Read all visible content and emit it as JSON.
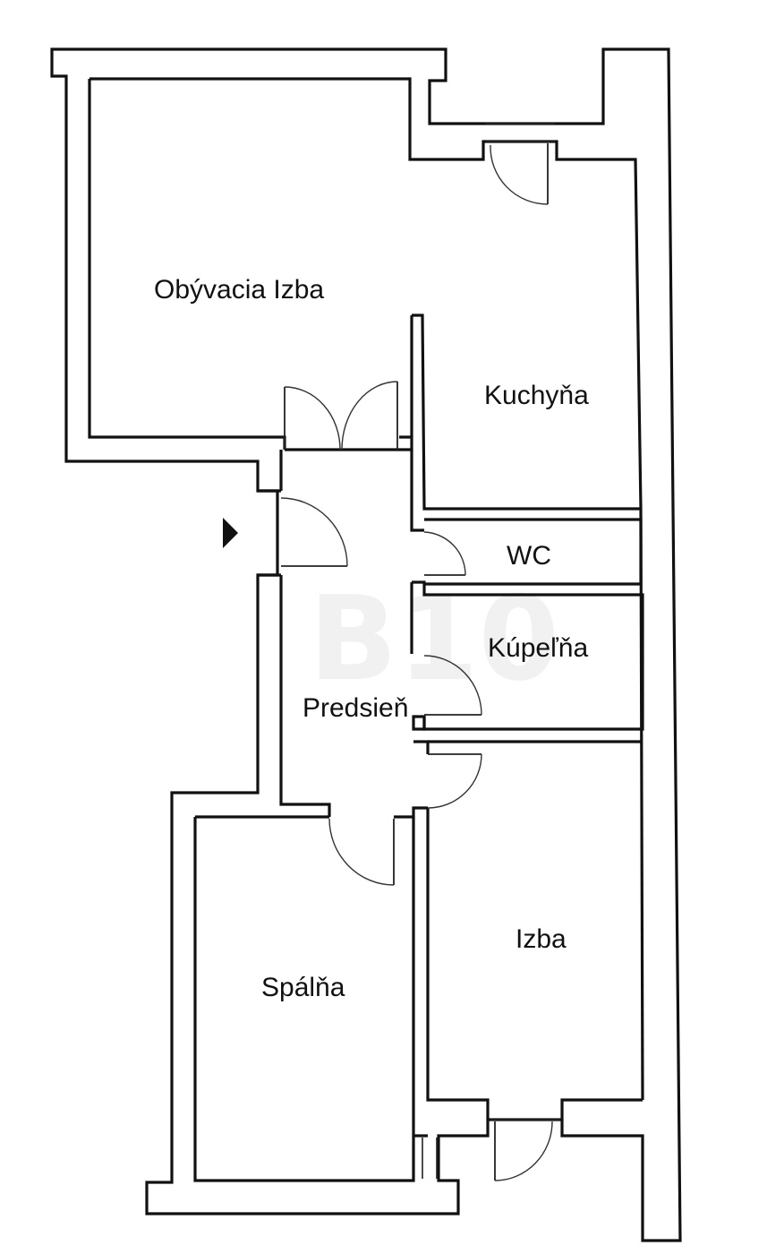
{
  "plan": {
    "watermark": "B10",
    "rooms": [
      {
        "id": "obyvacia-izba",
        "label": "Obývacia Izba"
      },
      {
        "id": "kuchyna",
        "label": "Kuchyňa"
      },
      {
        "id": "wc",
        "label": "WC"
      },
      {
        "id": "kupelna",
        "label": "Kúpeľňa"
      },
      {
        "id": "predsien",
        "label": "Predsieň"
      },
      {
        "id": "spalna",
        "label": "Spálňa"
      },
      {
        "id": "izba",
        "label": "Izba"
      }
    ]
  },
  "colors": {
    "wall": "#111111",
    "background": "#ffffff",
    "watermark": "#f1f1f1"
  },
  "icons": {
    "entrance": "entrance-arrow-icon"
  }
}
